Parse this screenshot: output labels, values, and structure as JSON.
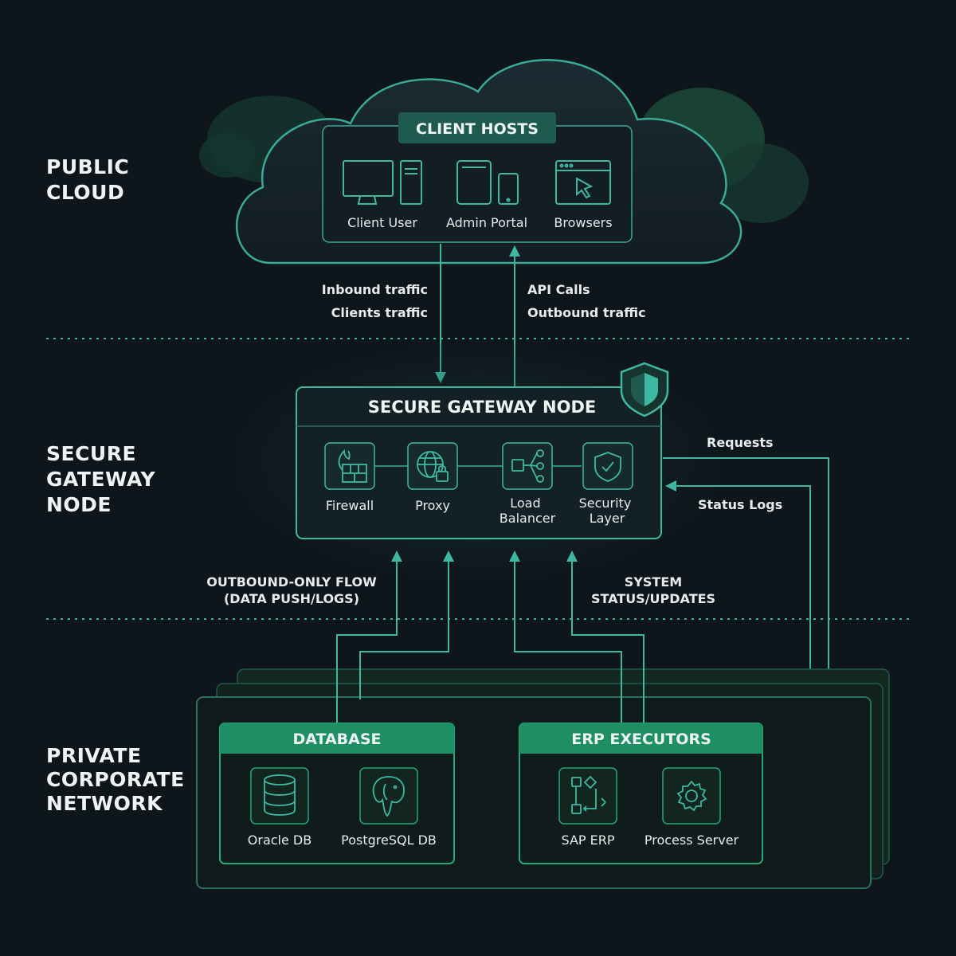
{
  "zones": {
    "public_cloud": "PUBLIC\nCLOUD",
    "secure_gateway": "SECURE\nGATEWAY\nNODE",
    "private_network": "PRIVATE\nCORPORATE\nNETWORK"
  },
  "client_hosts": {
    "title": "CLIENT HOSTS",
    "items": [
      "Client User",
      "Admin Portal",
      "Browsers"
    ]
  },
  "gateway": {
    "title": "SECURE GATEWAY NODE",
    "components": [
      "Firewall",
      "Proxy",
      "Load\nBalancer",
      "Security\nLayer"
    ]
  },
  "database": {
    "title": "DATABASE",
    "items": [
      "Oracle DB",
      "PostgreSQL DB"
    ]
  },
  "erp": {
    "title": "ERP EXECUTORS",
    "items": [
      "SAP ERP",
      "Process Server"
    ]
  },
  "flows": {
    "inbound": "Inbound traffic\nClients traffic",
    "outbound": "API Calls\nOutbound traffic",
    "requests": "Requests",
    "status_logs": "Status Logs",
    "outbound_only": "OUTBOUND-ONLY FLOW\n(DATA PUSH/LOGS)",
    "system_status": "SYSTEM\nSTATUS/UPDATES"
  },
  "colors": {
    "background": "#0e151b",
    "accent_teal": "#3fb8a3",
    "accent_green": "#23a878",
    "header_bg": "#1f5a4f",
    "text": "#eef4f2"
  }
}
